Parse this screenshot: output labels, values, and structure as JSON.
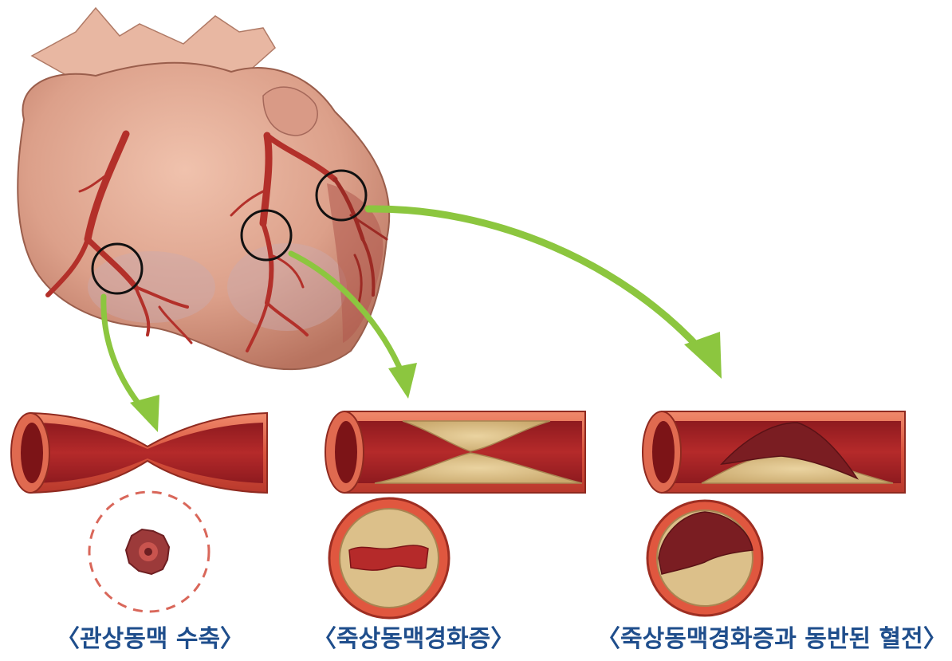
{
  "captions": {
    "coronary_spasm": "〈관상동맥 수축〉",
    "atherosclerosis": "〈죽상동맥경화증〉",
    "atherosclerosis_thrombus": "〈죽상동맥경화증과 동반된 혈전〉"
  },
  "colors": {
    "caption_text": "#1f4e8c",
    "arrow": "#8cc63f",
    "heart_base": "#e3a68e",
    "artery": "#b3302a",
    "vessel_wall": "#d9533d",
    "vessel_lumen": "#a01e22",
    "plaque": "#dcc08a",
    "clot": "#7a1d22"
  }
}
